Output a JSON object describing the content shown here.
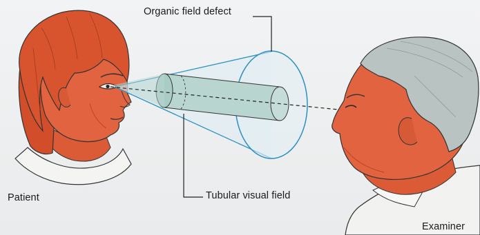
{
  "diagram": {
    "labels": {
      "organic_field_defect": "Organic field defect",
      "tubular_visual_field": "Tubular visual field",
      "patient": "Patient",
      "examiner": "Examiner"
    },
    "colors": {
      "skin": "#e2633f",
      "skin_shadow": "#c84a2a",
      "hair_patient": "#d8542e",
      "hair_examiner": "#b9c4c2",
      "tube_fill": "#b8d6cf",
      "cone_outline": "#2a8fc4",
      "cone_fill": "#e3eef4",
      "line": "#222222"
    }
  }
}
